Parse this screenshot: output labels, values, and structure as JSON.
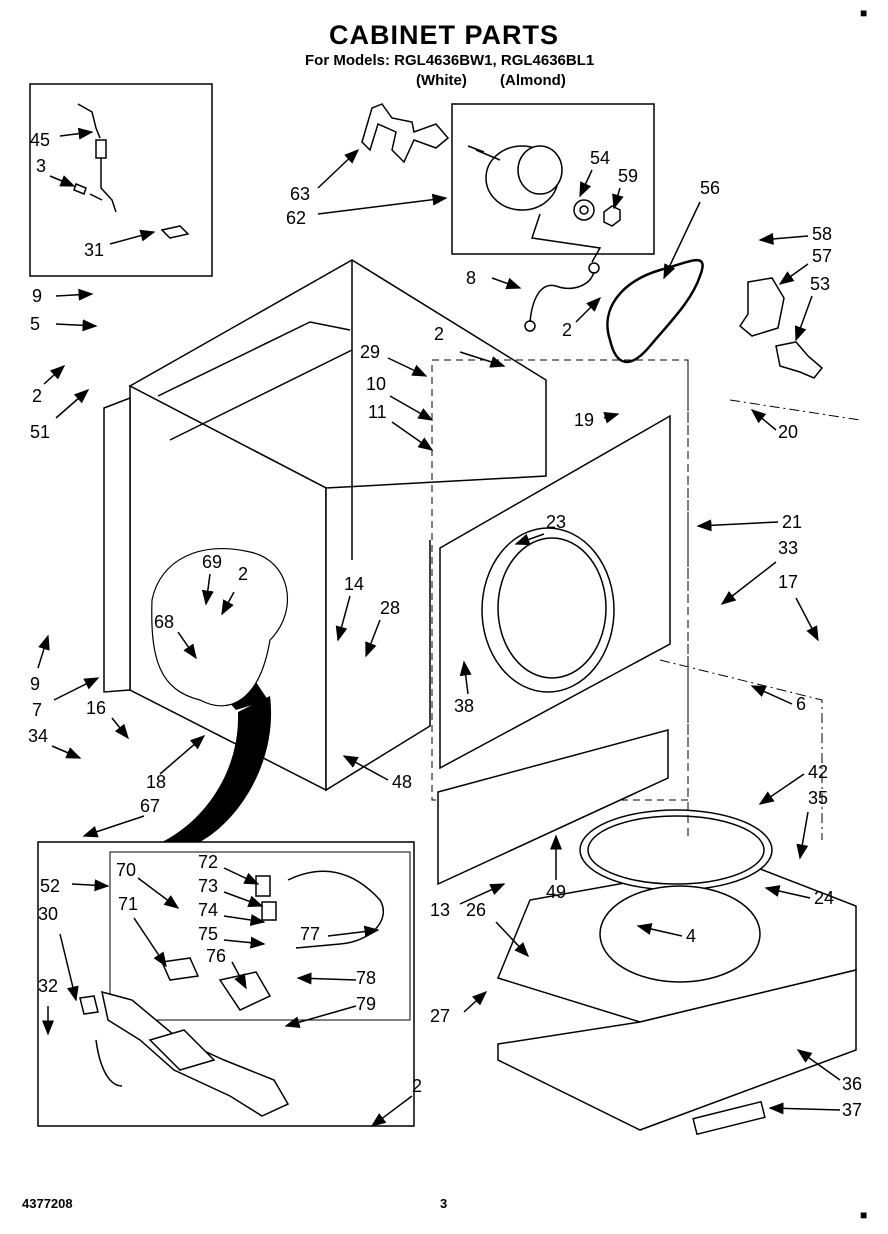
{
  "header": {
    "title": "CABINET PARTS",
    "models_line": "For Models: RGL4636BW1, RGL4636BL1",
    "color_white": "(White)",
    "color_almond": "(Almond)"
  },
  "footer": {
    "part_number": "4377208",
    "page_number": "3"
  },
  "callouts": [
    {
      "id": "45",
      "label": "45"
    },
    {
      "id": "3",
      "label": "3"
    },
    {
      "id": "31",
      "label": "31"
    },
    {
      "id": "63",
      "label": "63"
    },
    {
      "id": "62",
      "label": "62"
    },
    {
      "id": "54",
      "label": "54"
    },
    {
      "id": "59",
      "label": "59"
    },
    {
      "id": "56",
      "label": "56"
    },
    {
      "id": "58",
      "label": "58"
    },
    {
      "id": "57",
      "label": "57"
    },
    {
      "id": "53",
      "label": "53"
    },
    {
      "id": "9a",
      "label": "9"
    },
    {
      "id": "5",
      "label": "5"
    },
    {
      "id": "2a",
      "label": "2"
    },
    {
      "id": "51",
      "label": "51"
    },
    {
      "id": "8",
      "label": "8"
    },
    {
      "id": "2b",
      "label": "2"
    },
    {
      "id": "2c",
      "label": "2"
    },
    {
      "id": "29",
      "label": "29"
    },
    {
      "id": "10",
      "label": "10"
    },
    {
      "id": "11",
      "label": "11"
    },
    {
      "id": "19",
      "label": "19"
    },
    {
      "id": "20",
      "label": "20"
    },
    {
      "id": "23",
      "label": "23"
    },
    {
      "id": "21",
      "label": "21"
    },
    {
      "id": "33",
      "label": "33"
    },
    {
      "id": "17",
      "label": "17"
    },
    {
      "id": "69",
      "label": "69"
    },
    {
      "id": "2d",
      "label": "2"
    },
    {
      "id": "68",
      "label": "68"
    },
    {
      "id": "14",
      "label": "14"
    },
    {
      "id": "28",
      "label": "28"
    },
    {
      "id": "9b",
      "label": "9"
    },
    {
      "id": "7",
      "label": "7"
    },
    {
      "id": "16",
      "label": "16"
    },
    {
      "id": "6",
      "label": "6"
    },
    {
      "id": "38",
      "label": "38"
    },
    {
      "id": "34",
      "label": "34"
    },
    {
      "id": "18",
      "label": "18"
    },
    {
      "id": "48",
      "label": "48"
    },
    {
      "id": "67",
      "label": "67"
    },
    {
      "id": "42",
      "label": "42"
    },
    {
      "id": "35",
      "label": "35"
    },
    {
      "id": "52",
      "label": "52"
    },
    {
      "id": "70",
      "label": "70"
    },
    {
      "id": "72",
      "label": "72"
    },
    {
      "id": "73",
      "label": "73"
    },
    {
      "id": "71",
      "label": "71"
    },
    {
      "id": "74",
      "label": "74"
    },
    {
      "id": "75",
      "label": "75"
    },
    {
      "id": "77",
      "label": "77"
    },
    {
      "id": "30",
      "label": "30"
    },
    {
      "id": "76",
      "label": "76"
    },
    {
      "id": "78",
      "label": "78"
    },
    {
      "id": "79",
      "label": "79"
    },
    {
      "id": "32",
      "label": "32"
    },
    {
      "id": "49",
      "label": "49"
    },
    {
      "id": "13",
      "label": "13"
    },
    {
      "id": "26",
      "label": "26"
    },
    {
      "id": "24",
      "label": "24"
    },
    {
      "id": "4",
      "label": "4"
    },
    {
      "id": "27",
      "label": "27"
    },
    {
      "id": "2e",
      "label": "2"
    },
    {
      "id": "36",
      "label": "36"
    },
    {
      "id": "37",
      "label": "37"
    }
  ]
}
